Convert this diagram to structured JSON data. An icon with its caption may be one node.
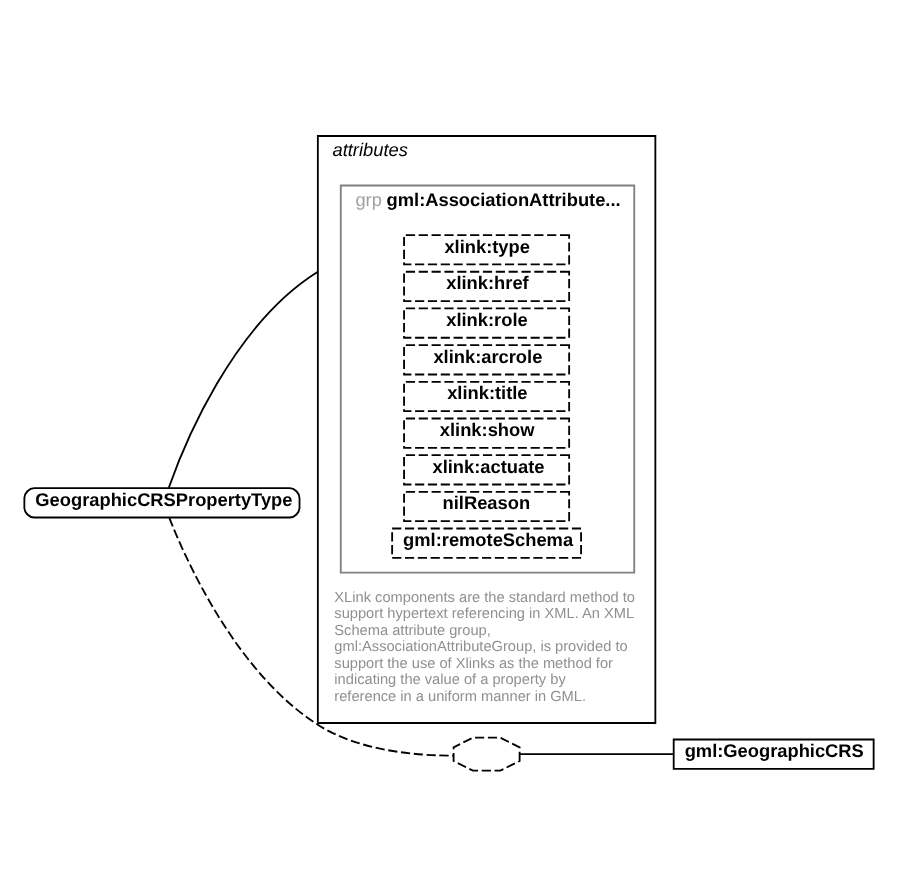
{
  "diagram": {
    "nodes": [
      {
        "text": [
          "GeographicCRSPropertyType"
        ]
      },
      {
        "text": [
          "attributes"
        ]
      },
      {
        "text": [
          "grp",
          "gml:AssociationAttribute..."
        ],
        "in": 1,
        "beside": [
          "XLink components are the standard method to support hypertext referencing in XML. An XML Schema attribute group, gml:AssociationAttributeGroup, is provided to support the use of Xlinks as the method for indicating the value of a property by reference in a uniform manner in GML."
        ]
      },
      {
        "text": [
          "xlink:type"
        ],
        "in": 2
      },
      {
        "text": [
          "xlink:href"
        ],
        "in": 2
      },
      {
        "text": [
          "xlink:role"
        ],
        "in": 2
      },
      {
        "text": [
          "xlink:arcrole"
        ],
        "in": 2
      },
      {
        "text": [
          "xlink:title"
        ],
        "in": 2
      },
      {
        "text": [
          "xlink:show"
        ],
        "in": 2
      },
      {
        "text": [
          "xlink:actuate"
        ],
        "in": 2
      },
      {
        "text": [
          "nilReason"
        ],
        "in": 2
      },
      {
        "text": [
          "gml:remoteSchema"
        ],
        "in": 2
      },
      {
        "text": [],
        "shape": "octagon"
      },
      {
        "text": [
          "gml:GeographicCRS"
        ]
      }
    ],
    "edges": [
      {
        "from": 0,
        "to": 1,
        "arrow": "none"
      },
      {
        "from": 0,
        "to": 12,
        "arrow": "none",
        "style": "dashed"
      },
      {
        "from": 12,
        "to": 13,
        "arrow": "none"
      }
    ]
  }
}
